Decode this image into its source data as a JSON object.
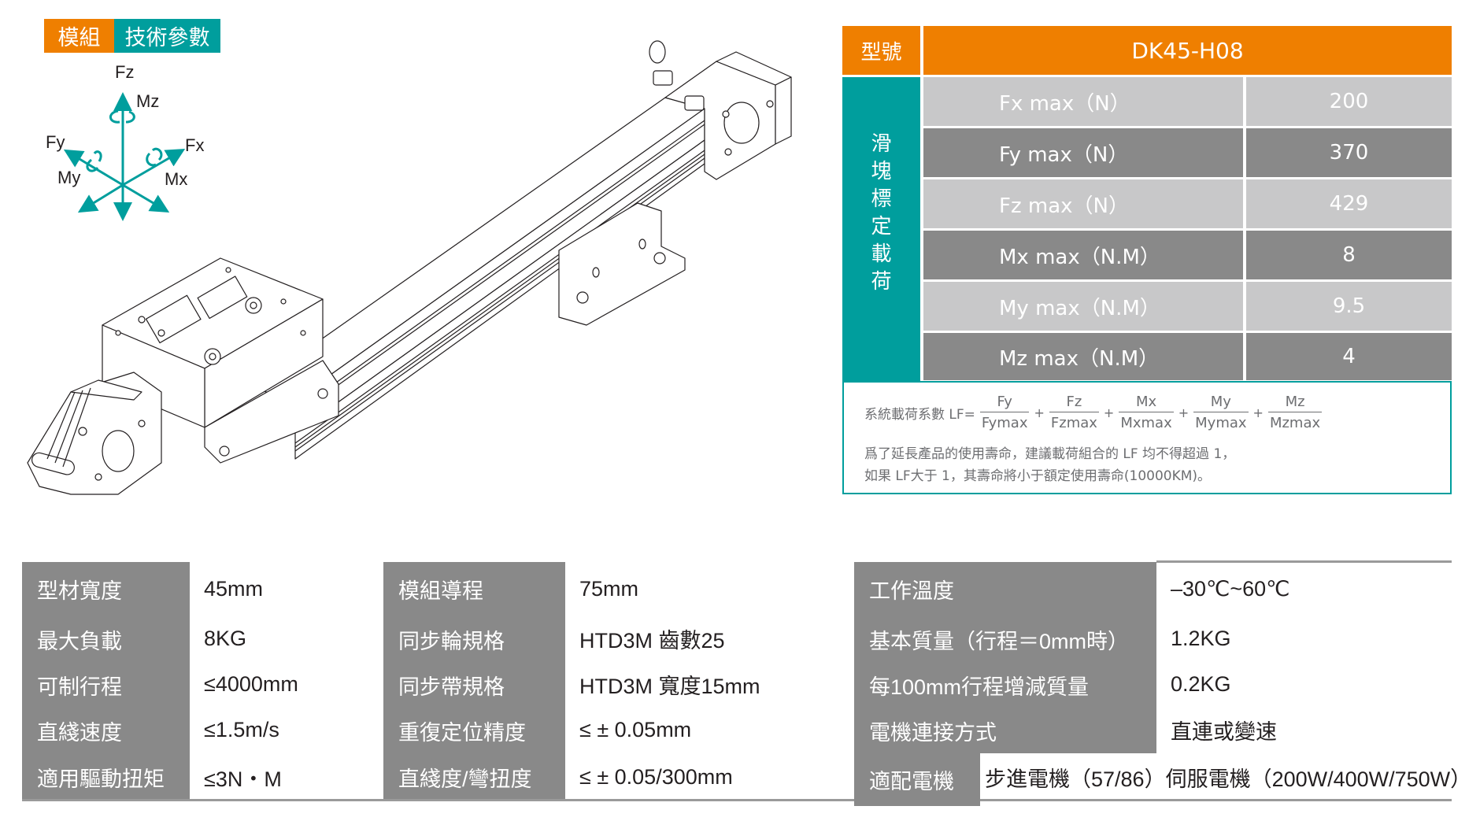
{
  "title_tag": {
    "part1": "模組",
    "part2": "技術參數"
  },
  "axis_diagram": {
    "labels": {
      "fz": "Fz",
      "mz": "Mz",
      "fy": "Fy",
      "fx": "Fx",
      "my": "My",
      "mx": "Mx"
    },
    "color": "#009e9d"
  },
  "illustration": {
    "subject": "linear-module-drawing"
  },
  "load_table": {
    "model_label": "型號",
    "model_value": "DK45-H08",
    "side_label": [
      "滑",
      "塊",
      "標",
      "定",
      "載",
      "荷"
    ],
    "rows": [
      {
        "name": "Fx max（N）",
        "value": "200",
        "shade": "light"
      },
      {
        "name": "Fy max（N）",
        "value": "370",
        "shade": "dark"
      },
      {
        "name": "Fz max（N）",
        "value": "429",
        "shade": "light"
      },
      {
        "name": "Mx max（N.M）",
        "value": "8",
        "shade": "dark"
      },
      {
        "name": "My max（N.M）",
        "value": "9.5",
        "shade": "light"
      },
      {
        "name": "Mz max（N.M）",
        "value": "4",
        "shade": "dark"
      }
    ],
    "colors": {
      "orange": "#ef7f00",
      "teal": "#009e9d",
      "light_row": "#c8c8c9",
      "dark_row": "#898989"
    }
  },
  "formula": {
    "lead": "系統載荷系數 LF=",
    "terms": [
      {
        "num": "Fy",
        "den": "Fymax"
      },
      {
        "num": "Fz",
        "den": "Fzmax"
      },
      {
        "num": "Mx",
        "den": "Mxmax"
      },
      {
        "num": "My",
        "den": "Mymax"
      },
      {
        "num": "Mz",
        "den": "Mzmax"
      }
    ],
    "plus": "+",
    "note_line1": "爲了延長產品的使用壽命，建議載荷組合的 LF 均不得超過 1，",
    "note_line2": "如果 LF大于 1，其壽命將小于額定使用壽命(10000KM)。"
  },
  "spec_table": {
    "rows": [
      [
        "型材寬度",
        "45mm",
        "模組導程",
        "75mm",
        "工作溫度",
        "–30℃~60℃"
      ],
      [
        "最大負載",
        "8KG",
        "同步輪規格",
        "HTD3M 齒數25",
        "基本質量（行程＝0mm時）",
        "1.2KG"
      ],
      [
        "可制行程",
        "≤4000mm",
        "同步帶規格",
        "HTD3M 寬度15mm",
        "每100mm行程增減質量",
        "0.2KG"
      ],
      [
        "直綫速度",
        "≤1.5m/s",
        "重復定位精度",
        "≤ ± 0.05mm",
        "電機連接方式",
        "直連或變速"
      ],
      [
        "適用驅動扭矩",
        "≤3N・M",
        "直綫度/彎扭度",
        "≤ ± 0.05/300mm",
        "適配電機",
        "步進電機（57/86）伺服電機（200W/400W/750W）"
      ]
    ]
  }
}
